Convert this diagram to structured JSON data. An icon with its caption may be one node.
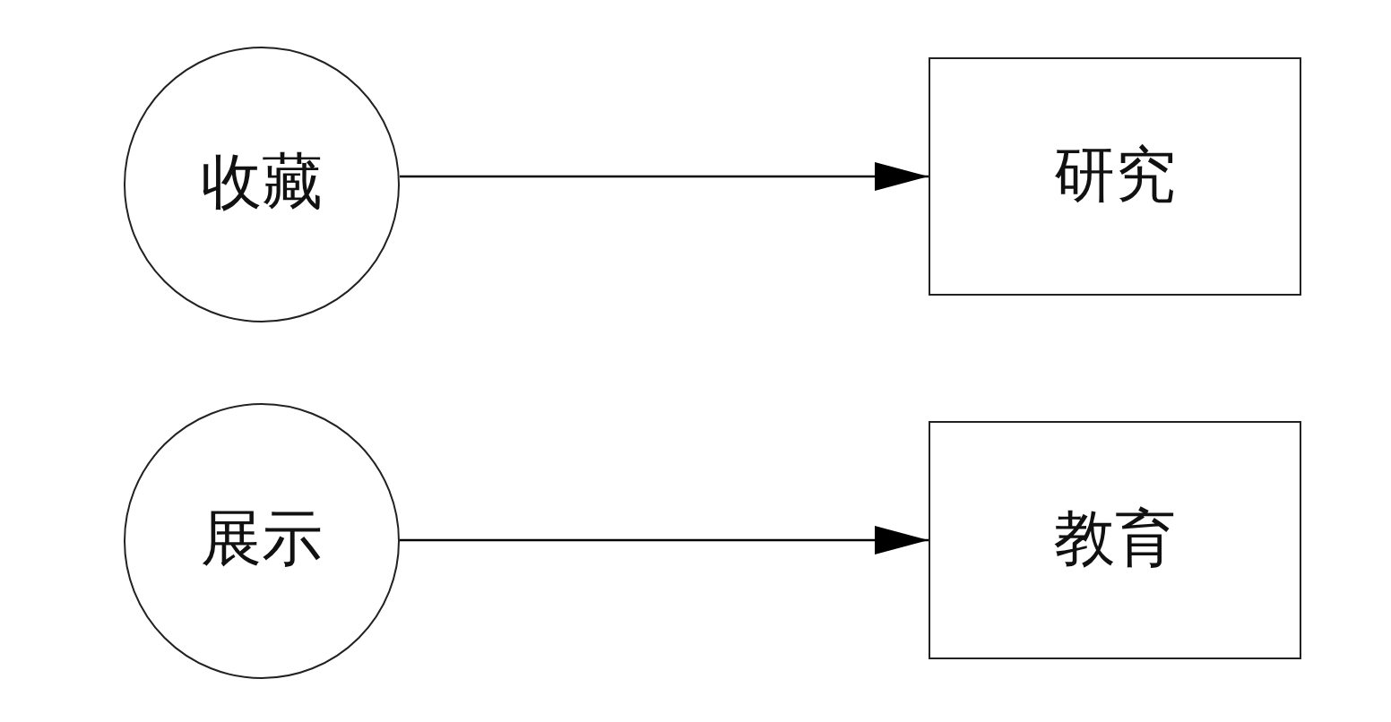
{
  "diagram": {
    "nodes": [
      {
        "text": [
          "收藏"
        ]
      },
      {
        "text": [
          "研究"
        ]
      },
      {
        "text": [
          "展示"
        ]
      },
      {
        "text": [
          "教育"
        ]
      }
    ],
    "edges": [
      {
        "from": 0,
        "to": 1,
        "arrow": "to"
      },
      {
        "from": 2,
        "to": 3,
        "arrow": "to"
      }
    ]
  }
}
